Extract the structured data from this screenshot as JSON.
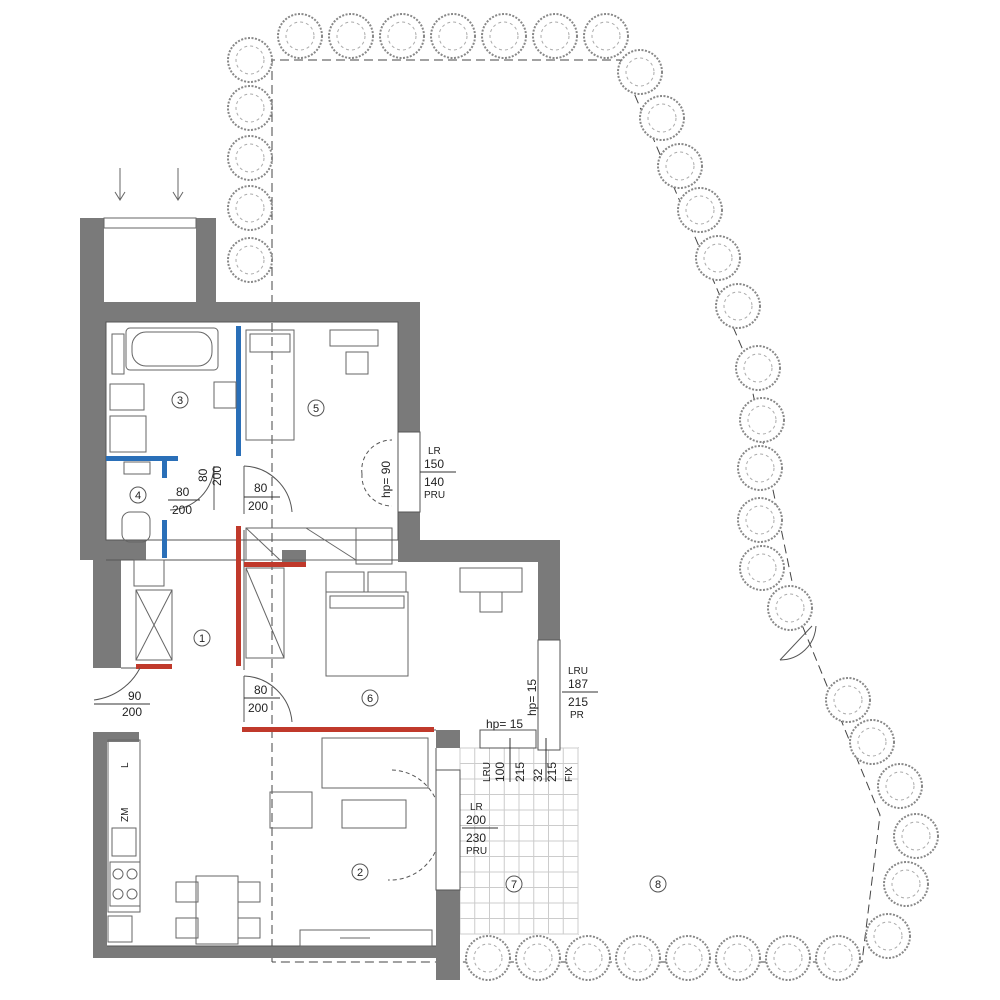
{
  "rooms": [
    {
      "id": "room-1",
      "number": "1"
    },
    {
      "id": "room-2",
      "number": "2"
    },
    {
      "id": "room-3",
      "number": "3"
    },
    {
      "id": "room-4",
      "number": "4"
    },
    {
      "id": "room-5",
      "number": "5"
    },
    {
      "id": "room-6",
      "number": "6"
    },
    {
      "id": "room-7",
      "number": "7"
    },
    {
      "id": "room-8",
      "number": "8"
    }
  ],
  "doors": {
    "wc": {
      "w": "80",
      "h": "200"
    },
    "bath": {
      "w": "80",
      "h": "200"
    },
    "bedroom5": {
      "w": "80",
      "h": "200"
    },
    "entrance": {
      "w": "90",
      "h": "200"
    },
    "bedroom6": {
      "w": "80",
      "h": "200"
    }
  },
  "windows": {
    "room5": {
      "type": "LR",
      "w": "150",
      "h": "140",
      "mode": "PRU",
      "sill": "hp= 90"
    },
    "room6": {
      "type": "LRU",
      "w": "187",
      "h": "215",
      "mode": "PR",
      "sill": "hp= 15"
    },
    "corner": {
      "sill": "hp= 15",
      "type": "LRU",
      "w": "100",
      "h": "215",
      "fix_w": "32",
      "fix_h": "215",
      "fix_mode": "FIX"
    },
    "living": {
      "type": "LR",
      "w": "200",
      "h": "230",
      "mode": "PRU"
    }
  },
  "kitchen": {
    "fridge": "L",
    "freezer": "ZM"
  }
}
